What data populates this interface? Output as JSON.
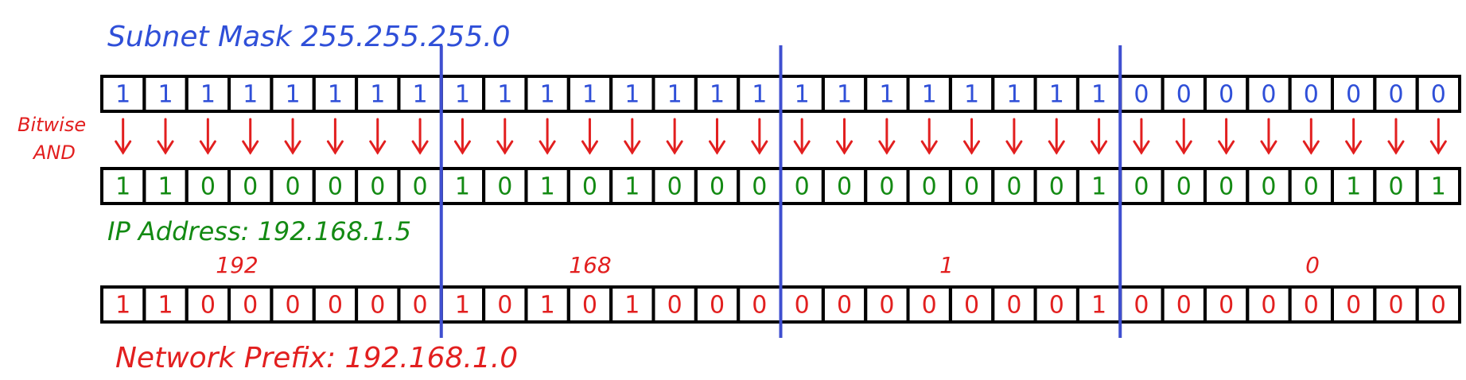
{
  "labels": {
    "subnet_mask": "Subnet Mask 255.255.255.0",
    "bitwise": "Bitwise",
    "and": "AND",
    "ip_address": "IP Address: 192.168.1.5",
    "network_prefix": "Network Prefix: 192.168.1.0"
  },
  "octet_labels": [
    "192",
    "168",
    "1",
    "0"
  ],
  "rows": {
    "mask_bits": [
      "1",
      "1",
      "1",
      "1",
      "1",
      "1",
      "1",
      "1",
      "1",
      "1",
      "1",
      "1",
      "1",
      "1",
      "1",
      "1",
      "1",
      "1",
      "1",
      "1",
      "1",
      "1",
      "1",
      "1",
      "0",
      "0",
      "0",
      "0",
      "0",
      "0",
      "0",
      "0"
    ],
    "ip_bits": [
      "1",
      "1",
      "0",
      "0",
      "0",
      "0",
      "0",
      "0",
      "1",
      "0",
      "1",
      "0",
      "1",
      "0",
      "0",
      "0",
      "0",
      "0",
      "0",
      "0",
      "0",
      "0",
      "0",
      "1",
      "0",
      "0",
      "0",
      "0",
      "0",
      "1",
      "0",
      "1"
    ],
    "network_bits": [
      "1",
      "1",
      "0",
      "0",
      "0",
      "0",
      "0",
      "0",
      "1",
      "0",
      "1",
      "0",
      "1",
      "0",
      "0",
      "0",
      "0",
      "0",
      "0",
      "0",
      "0",
      "0",
      "0",
      "1",
      "0",
      "0",
      "0",
      "0",
      "0",
      "0",
      "0",
      "0"
    ]
  },
  "colors": {
    "mask": "#2f4fd8",
    "ip": "#138a13",
    "network": "#e21f1f",
    "arrow": "#e21f1f",
    "divider": "#3f4fd0",
    "grid": "#000000"
  }
}
